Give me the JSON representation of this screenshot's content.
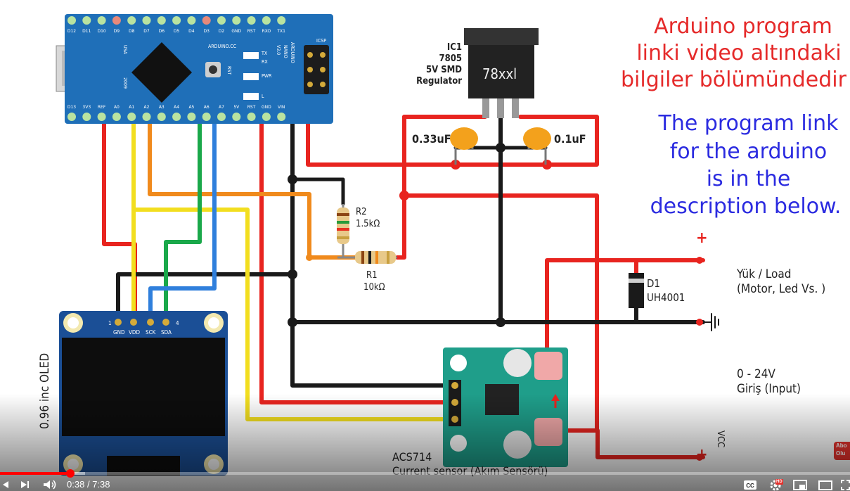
{
  "video": {
    "current_time": "0:38",
    "duration": "7:38",
    "time_separator": "/",
    "progress_fraction": 0.083,
    "buffer_fraction": 0.1,
    "hd_badge": "HD",
    "channel_watermark": [
      "Abo",
      "Olu"
    ]
  },
  "overlay_text": {
    "turkish": [
      "Arduino program",
      "linki video altındaki",
      "bilgiler bölümündedir"
    ],
    "english": [
      "The program link",
      "for the arduino",
      "is in the",
      "description below."
    ]
  },
  "regulator": {
    "ic_label": [
      "IC1",
      "7805",
      "5V SMD",
      "Regulator"
    ],
    "chip_text": "78xxl",
    "cap1": "0.33uF",
    "cap2": "0.1uF"
  },
  "resistors": {
    "r2": [
      "R2",
      "1.5kΩ"
    ],
    "r1": [
      "R1",
      "10kΩ"
    ]
  },
  "diode": [
    "D1",
    "UH4001"
  ],
  "load": {
    "plus": "+",
    "label": [
      "Yük / Load",
      "(Motor, Led Vs. )"
    ]
  },
  "input": {
    "label": [
      "0 - 24V",
      "Giriş (Input)"
    ],
    "vcc": "VCC",
    "plus": "+"
  },
  "sensor": {
    "label": [
      "ACS714",
      "Current sensor (Akım Sensörü)"
    ]
  },
  "oled": {
    "label": "0.96 inc OLED",
    "pins": [
      "GND",
      "VDD",
      "SCK",
      "SDA"
    ],
    "pin_numbers": [
      "1",
      "4"
    ]
  },
  "arduino": {
    "top_pins": [
      "D12",
      "D11",
      "D10",
      "D9",
      "D8",
      "D7",
      "D6",
      "D5",
      "D4",
      "D3",
      "D2",
      "GND",
      "RST",
      "RXO",
      "TX1"
    ],
    "bottom_pins": [
      "D13",
      "3V3",
      "REF",
      "A0",
      "A1",
      "A2",
      "A3",
      "A4",
      "A5",
      "A6",
      "A7",
      "5V",
      "RST",
      "GND",
      "VIN"
    ],
    "board_text": [
      "ARDUINO.CC",
      "ARDUINO",
      "NANO",
      "V3.0",
      "2009",
      "USA",
      "RST",
      "ICSP",
      "TX",
      "RX",
      "PWR",
      "L"
    ]
  },
  "colors": {
    "wire_red": "#e8241f",
    "wire_black": "#1a1a1a",
    "wire_yellow": "#f2de1f",
    "wire_green": "#1aa84a",
    "wire_blue": "#2f7fdc",
    "wire_orange": "#f08a1c",
    "arduino_pcb": "#1f6fb8",
    "oled_pcb": "#1b4f96",
    "sensor_pcb": "#1f9e8a",
    "cap": "#f3a11c",
    "progress": "#ff0000"
  },
  "icons": [
    "prev-icon",
    "next-icon",
    "volume-icon",
    "subtitles-icon",
    "settings-icon",
    "miniplayer-icon",
    "theater-icon",
    "fullscreen-icon"
  ]
}
